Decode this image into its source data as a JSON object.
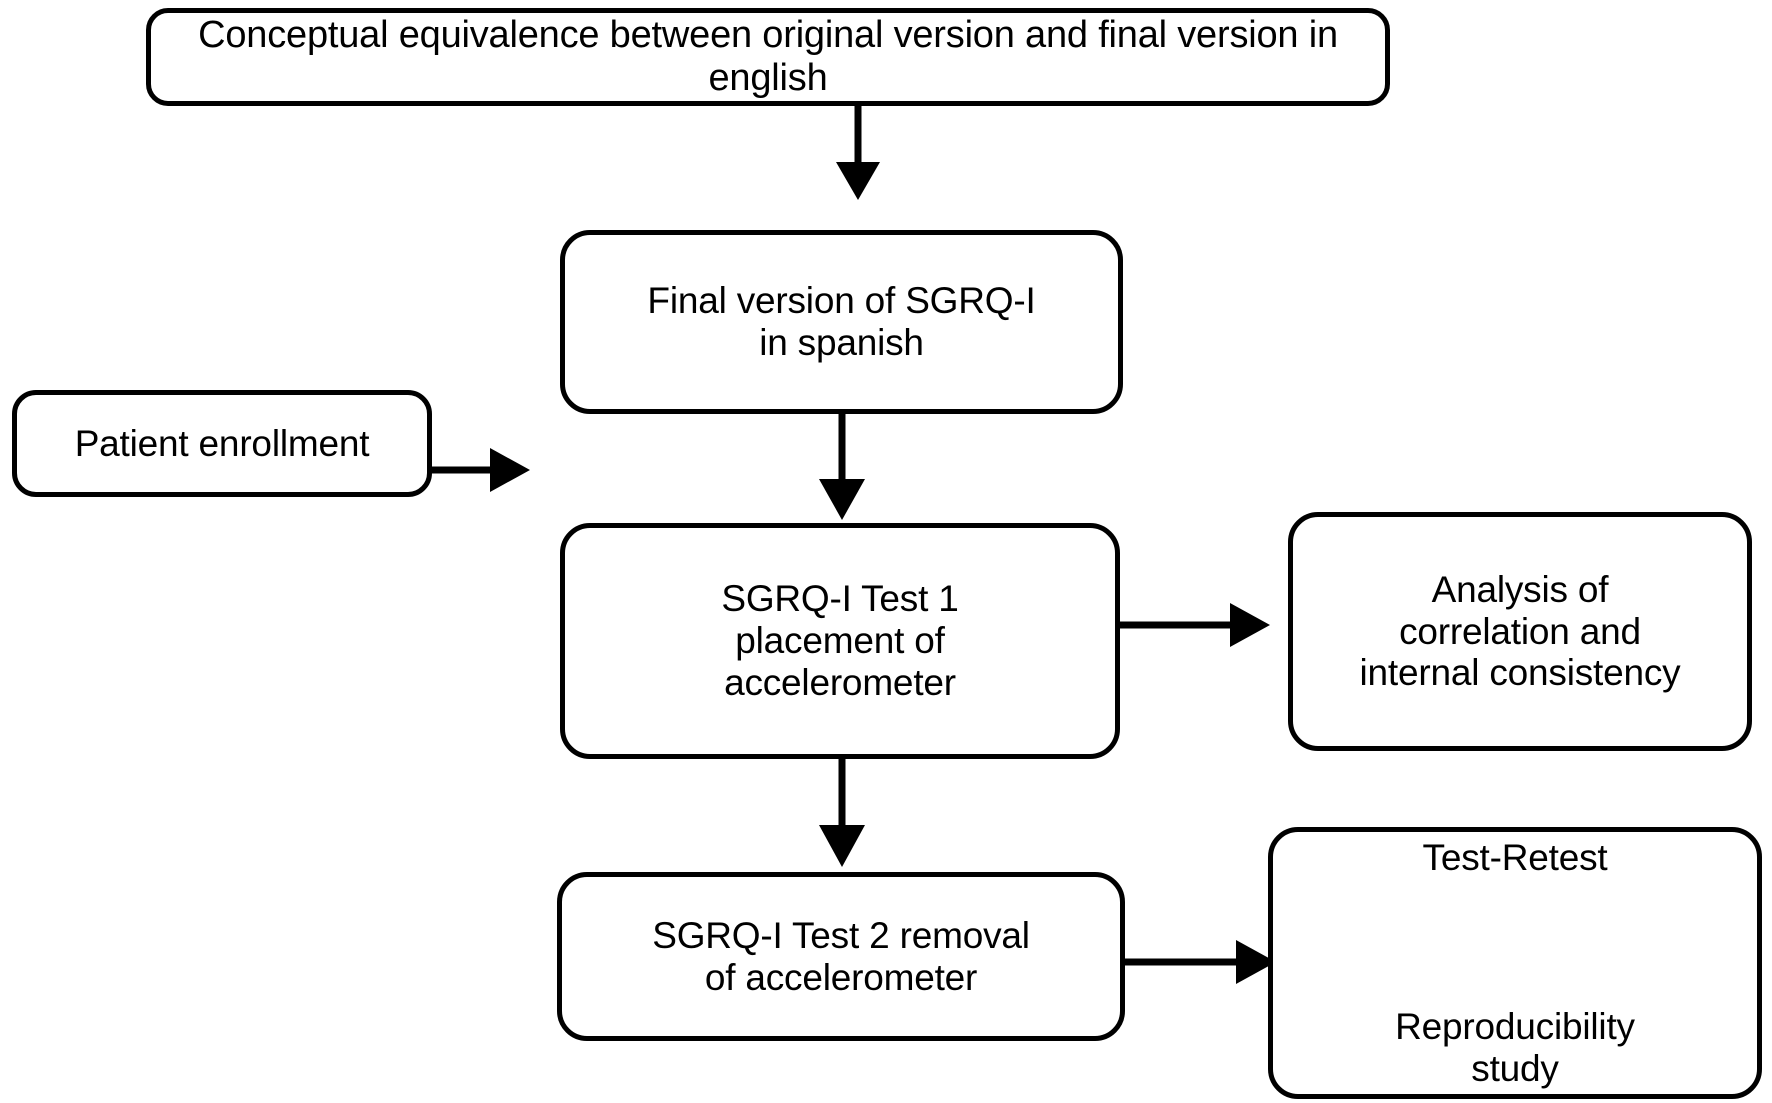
{
  "diagram": {
    "title_text": "Conceptual equivalence between original version and final version in english",
    "type": "flowchart",
    "orientation": "top-down",
    "background_color": "#ffffff",
    "stroke_color": "#000000",
    "text_color": "#000000",
    "nodes": [
      {
        "id": "conceptual-equivalence",
        "label": "Conceptual equivalence between original version and final version in english",
        "shape": "rounded-rectangle"
      },
      {
        "id": "final-version-spanish",
        "label": "Final version of SGRQ-I\nin spanish",
        "shape": "rounded-rectangle"
      },
      {
        "id": "patient-enrollment",
        "label": "Patient enrollment",
        "shape": "rounded-rectangle"
      },
      {
        "id": "sgrq-test-1",
        "label": "SGRQ-I Test 1\nplacement of\naccelerometer",
        "shape": "rounded-rectangle"
      },
      {
        "id": "analysis-correlation",
        "label": "Analysis of\ncorrelation and\ninternal consistency",
        "shape": "rounded-rectangle"
      },
      {
        "id": "sgrq-test-2",
        "label": "SGRQ-I Test 2 removal\nof accelerometer",
        "shape": "rounded-rectangle"
      },
      {
        "id": "test-retest",
        "label_line_1": "Test-Retest",
        "label_line_2": "Reproducibility\nstudy",
        "shape": "rounded-rectangle"
      }
    ],
    "edges": [
      {
        "id": "edge-conceptual-to-final",
        "from": "conceptual-equivalence",
        "to": "final-version-spanish",
        "direction": "down"
      },
      {
        "id": "edge-final-to-test1",
        "from": "final-version-spanish",
        "to": "sgrq-test-1",
        "direction": "down"
      },
      {
        "id": "edge-enrollment-to-test1",
        "from": "patient-enrollment",
        "to": "sgrq-test-1",
        "direction": "right"
      },
      {
        "id": "edge-test1-to-analysis",
        "from": "sgrq-test-1",
        "to": "analysis-correlation",
        "direction": "right"
      },
      {
        "id": "edge-test1-to-test2",
        "from": "sgrq-test-1",
        "to": "sgrq-test-2",
        "direction": "down"
      },
      {
        "id": "edge-test2-to-retest",
        "from": "sgrq-test-2",
        "to": "test-retest",
        "direction": "right"
      }
    ]
  }
}
